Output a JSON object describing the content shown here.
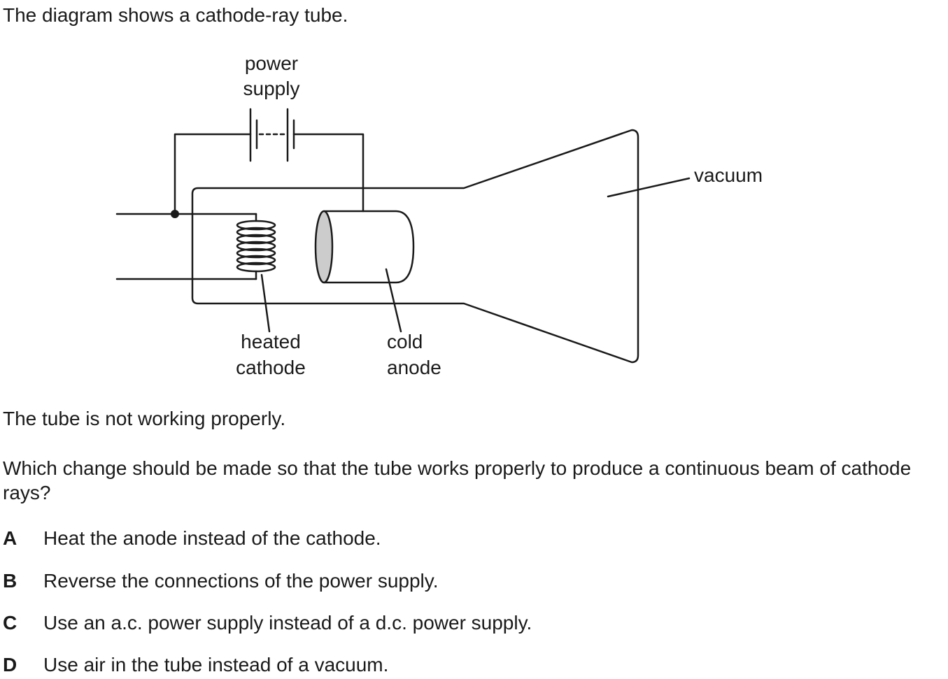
{
  "intro": "The diagram shows a cathode-ray tube.",
  "diagram": {
    "labels": {
      "power_line1": "power",
      "power_line2": "supply",
      "vacuum": "vacuum",
      "cathode_line1": "heated",
      "cathode_line2": "cathode",
      "anode_line1": "cold",
      "anode_line2": "anode"
    }
  },
  "status": "The tube is not working properly.",
  "question": "Which change should be made so that the tube works properly to produce a continuous beam of cathode rays?",
  "options": [
    {
      "letter": "A",
      "text": "Heat the anode instead of the cathode."
    },
    {
      "letter": "B",
      "text": "Reverse the connections of the power supply."
    },
    {
      "letter": "C",
      "text": "Use an a.c. power supply instead of a d.c. power supply."
    },
    {
      "letter": "D",
      "text": "Use air in the tube instead of a vacuum."
    }
  ]
}
